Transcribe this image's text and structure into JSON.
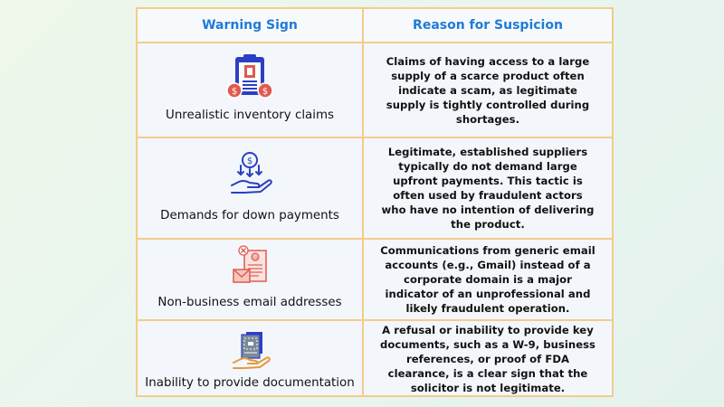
{
  "table": {
    "headers": [
      "Warning Sign",
      "Reason for Suspicion"
    ],
    "rows": [
      {
        "sign": "Unrealistic inventory claims",
        "icon": "inventory-clipboard-icon",
        "reason": "Claims of having access to a large supply of a scarce product often indicate a scam, as legitimate supply is tightly controlled during shortages."
      },
      {
        "sign": "Demands for down payments",
        "icon": "hand-money-icon",
        "reason": "Legitimate, established suppliers typically do not demand large upfront payments. This tactic is often used by fraudulent actors who have no intention of delivering the product."
      },
      {
        "sign": "Non-business email addresses",
        "icon": "email-warning-icon",
        "reason": "Communications from generic email accounts (e.g., Gmail) instead of a corporate domain is a major indicator of an unprofessional and likely fraudulent operation."
      },
      {
        "sign": "Inability to provide documentation",
        "icon": "documents-hand-icon",
        "reason": "A refusal or inability to provide key documents, such as a W-9, business references, or proof of FDA clearance, is a clear sign that the solicitor is not legitimate."
      }
    ]
  },
  "colors": {
    "header_text": "#1f7bd6",
    "border": "#f3cc8c",
    "icon_blue": "#2b3fc4",
    "icon_red": "#e05a4f"
  }
}
